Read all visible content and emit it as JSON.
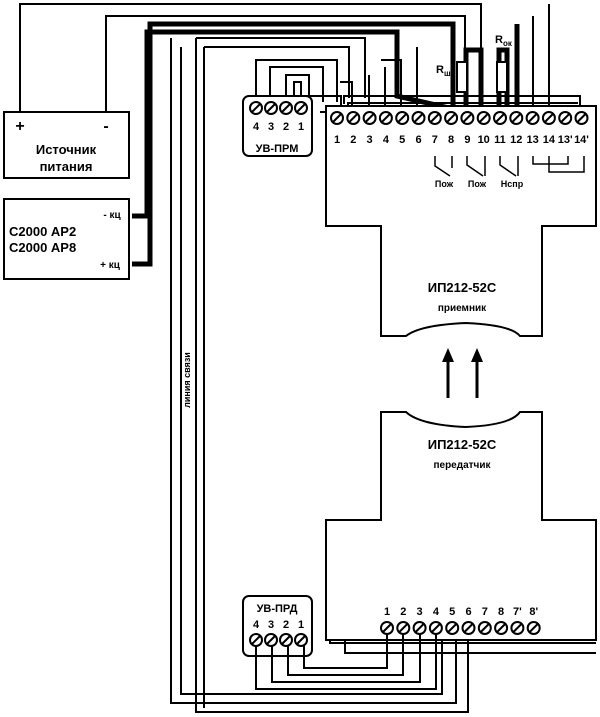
{
  "diagram": {
    "power_supply": {
      "label_line1": "Источник",
      "label_line2": "питания",
      "plus": "+",
      "minus": "-"
    },
    "panel": {
      "label_line1": "С2000 АР2",
      "label_line2": "С2000 АР8",
      "minus_kc": "- кц",
      "plus_kc": "+ кц"
    },
    "uv_prm": {
      "label": "УВ-ПРМ",
      "terminals": [
        "4",
        "3",
        "2",
        "1"
      ]
    },
    "uv_prd": {
      "label": "УВ-ПРД",
      "terminals": [
        "4",
        "3",
        "2",
        "1"
      ]
    },
    "receiver": {
      "model": "ИП212-52С",
      "role": "приемник",
      "terminals": [
        "1",
        "2",
        "3",
        "4",
        "5",
        "6",
        "7",
        "8",
        "9",
        "10",
        "11",
        "12",
        "13",
        "14",
        "13'",
        "14'"
      ],
      "relay_labels": [
        "Пож",
        "Пож",
        "Нспр"
      ]
    },
    "transmitter": {
      "model": "ИП212-52С",
      "role": "передатчик",
      "terminals": [
        "1",
        "2",
        "3",
        "4",
        "5",
        "6",
        "7",
        "8",
        "7'",
        "8'"
      ]
    },
    "resistors": {
      "r_sh": "R",
      "r_sh_sub": "ш",
      "r_ok": "R",
      "r_ok_sub": "ок"
    },
    "comm_line_label": "линия связи"
  }
}
